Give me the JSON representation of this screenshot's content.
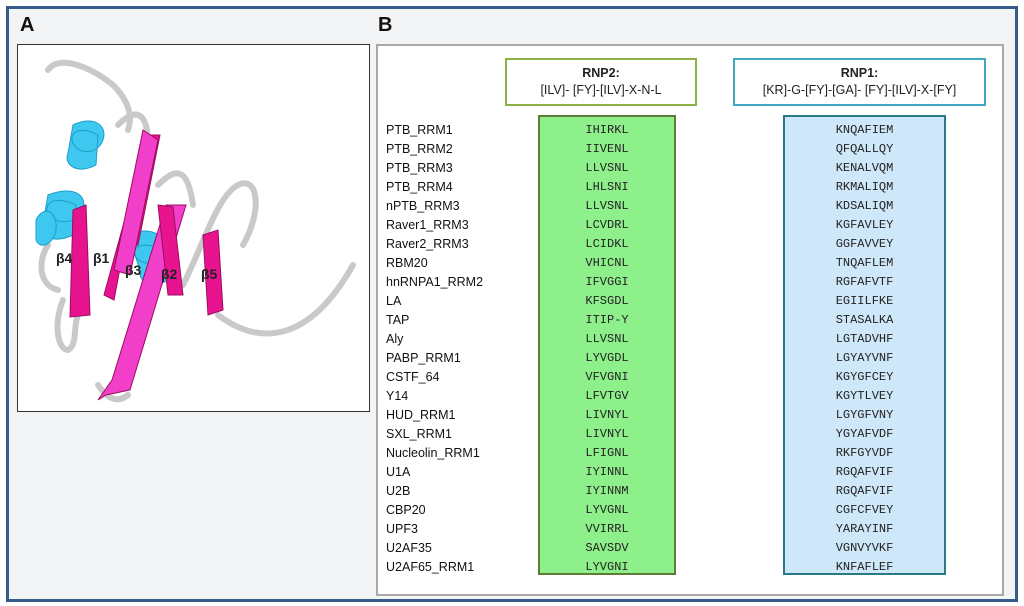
{
  "panels": {
    "a_letter": "A",
    "b_letter": "B"
  },
  "structure": {
    "strand_labels": [
      "β4",
      "β1",
      "β3",
      "β2",
      "β5"
    ],
    "motif_labels": [
      "RNP2",
      "RNP1"
    ],
    "colors": {
      "strand": "#e8148f",
      "strand_light": "#f23fc9",
      "helix": "#3fc8ef",
      "loop": "#c8c8c8"
    }
  },
  "motifs": {
    "rnp2": {
      "title": "RNP2:",
      "pattern": "[ILV]- [FY]-[ILV]-X-N-L"
    },
    "rnp1": {
      "title": "RNP1:",
      "pattern": "[KR]-G-[FY]-[GA]- [FY]-[ILV]-X-[FY]"
    }
  },
  "rows": [
    {
      "name": "PTB_RRM1",
      "rnp2": "IHIRKL",
      "rnp1": "KNQAFIEM"
    },
    {
      "name": "PTB_RRM2",
      "rnp2": "IIVENL",
      "rnp1": "QFQALLQY"
    },
    {
      "name": "PTB_RRM3",
      "rnp2": "LLVSNL",
      "rnp1": "KENALVQM"
    },
    {
      "name": "PTB_RRM4",
      "rnp2": "LHLSNI",
      "rnp1": "RKMALIQM"
    },
    {
      "name": "nPTB_RRM3",
      "rnp2": "LLVSNL",
      "rnp1": "KDSALIQM"
    },
    {
      "name": "Raver1_RRM3",
      "rnp2": "LCVDRL",
      "rnp1": "KGFAVLEY"
    },
    {
      "name": "Raver2_RRM3",
      "rnp2": "LCIDKL",
      "rnp1": "GGFAVVEY"
    },
    {
      "name": "RBM20",
      "rnp2": "VHICNL",
      "rnp1": "TNQAFLEM"
    },
    {
      "name": "hnRNPA1_RRM2",
      "rnp2": "IFVGGI",
      "rnp1": "RGFAFVTF"
    },
    {
      "name": "LA",
      "rnp2": "KFSGDL",
      "rnp1": "EGIILFKE"
    },
    {
      "name": "TAP",
      "rnp2": "ITIP-Y",
      "rnp1": "STASALKA"
    },
    {
      "name": "Aly",
      "rnp2": "LLVSNL",
      "rnp1": "LGTADVHF"
    },
    {
      "name": "PABP_RRM1",
      "rnp2": "LYVGDL",
      "rnp1": "LGYAYVNF"
    },
    {
      "name": "CSTF_64",
      "rnp2": "VFVGNI",
      "rnp1": "KGYGFCEY"
    },
    {
      "name": "Y14",
      "rnp2": "LFVTGV",
      "rnp1": "KGYTLVEY"
    },
    {
      "name": "HUD_RRM1",
      "rnp2": "LIVNYL",
      "rnp1": "LGYGFVNY"
    },
    {
      "name": "SXL_RRM1",
      "rnp2": "LIVNYL",
      "rnp1": "YGYAFVDF"
    },
    {
      "name": "Nucleolin_RRM1",
      "rnp2": "LFIGNL",
      "rnp1": "RKFGYVDF"
    },
    {
      "name": "U1A",
      "rnp2": "IYINNL",
      "rnp1": "RGQAFVIF"
    },
    {
      "name": "U2B",
      "rnp2": "IYINNM",
      "rnp1": "RGQAFVIF"
    },
    {
      "name": "CBP20",
      "rnp2": "LYVGNL",
      "rnp1": "CGFCFVEY"
    },
    {
      "name": "UPF3",
      "rnp2": "VVIRRL",
      "rnp1": "YARAYINF"
    },
    {
      "name": "U2AF35",
      "rnp2": "SAVSDV",
      "rnp1": "VGNVYVKF"
    },
    {
      "name": "U2AF65_RRM1",
      "rnp2": "LYVGNI",
      "rnp1": "KNFAFLEF"
    }
  ]
}
